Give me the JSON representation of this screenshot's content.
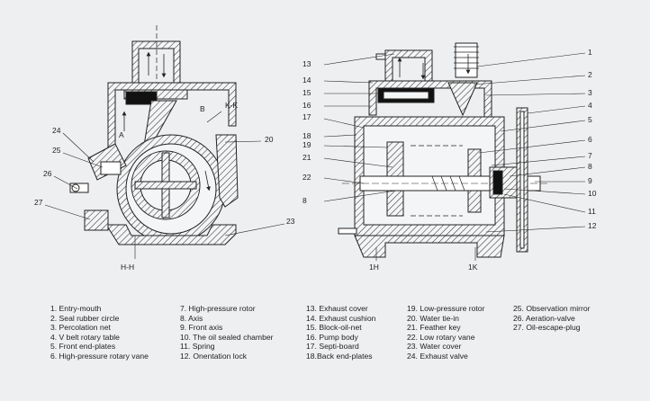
{
  "diagram": {
    "left_view_labels": [
      "24",
      "25",
      "26",
      "27",
      "A",
      "B",
      "K-K",
      "20",
      "23",
      "H-H"
    ],
    "right_view_labels": [
      "13",
      "14",
      "15",
      "16",
      "17",
      "18",
      "19",
      "21",
      "22",
      "8",
      "1",
      "2",
      "3",
      "4",
      "5",
      "6",
      "7",
      "8",
      "9",
      "10",
      "11",
      "12",
      "1H",
      "1K"
    ]
  },
  "legend": {
    "columns": [
      [
        "1. Entry-mouth",
        "2. Seal rubber circle",
        "3. Percolation net",
        "4. V belt rotary table",
        "5. Front end-plates",
        "6. High-pressure rotary vane"
      ],
      [
        "7. High-pressure rotor",
        "8. Axis",
        "9. Front axis",
        "10. The oil sealed chamber",
        "11. Spring",
        "12. Onentation lock"
      ],
      [
        "13. Exhaust cover",
        "14. Exhaust cushion",
        "15. Block-oil-net",
        "16. Pump body",
        "17. Septi-board",
        "18.Back end-plates"
      ],
      [
        "19. Low-pressure rotor",
        "20. Water tie-in",
        "21. Feather key",
        "22. Low rotary vane",
        "23. Water cover",
        "24. Exhaust valve"
      ],
      [
        "25. Observation mirror",
        "26.  Aeration-valve",
        "27. Oil-escape-plug"
      ]
    ]
  }
}
